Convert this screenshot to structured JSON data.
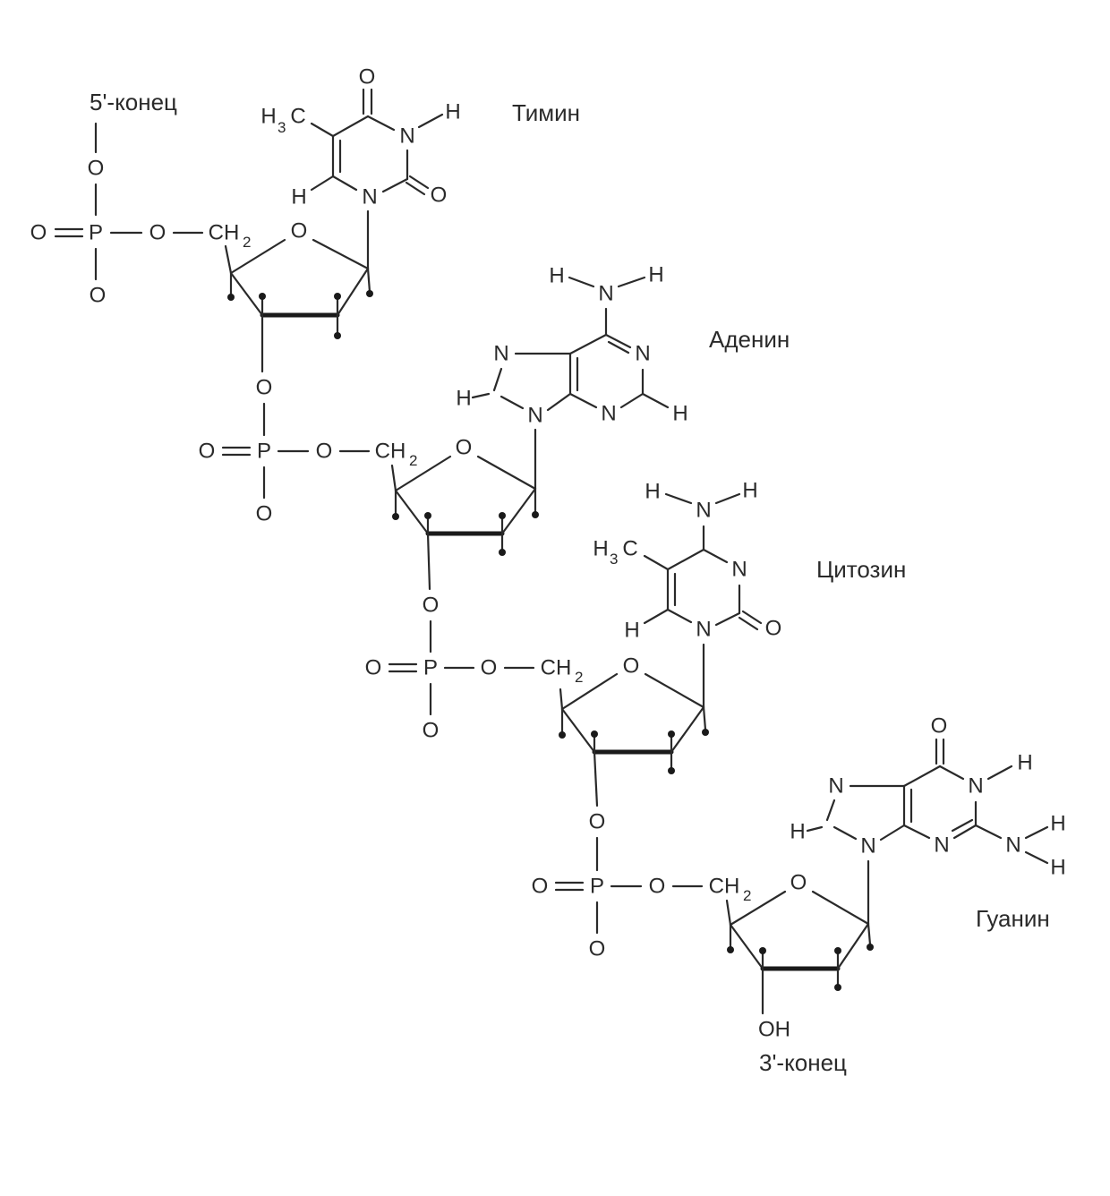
{
  "labels": {
    "end5": "5'-конец",
    "end3": "3'-конец",
    "thymine": "Тимин",
    "adenine": "Аденин",
    "cytosine": "Цитозин",
    "guanine": "Гуанин",
    "terminal_oh": "OH"
  },
  "atoms": {
    "O": "O",
    "P": "P",
    "N": "N",
    "H": "H",
    "C": "C",
    "CH": "CH",
    "sub2": "2",
    "sub3": "3"
  },
  "colors": {
    "ink": "#2a2a2a",
    "background": "#ffffff"
  }
}
